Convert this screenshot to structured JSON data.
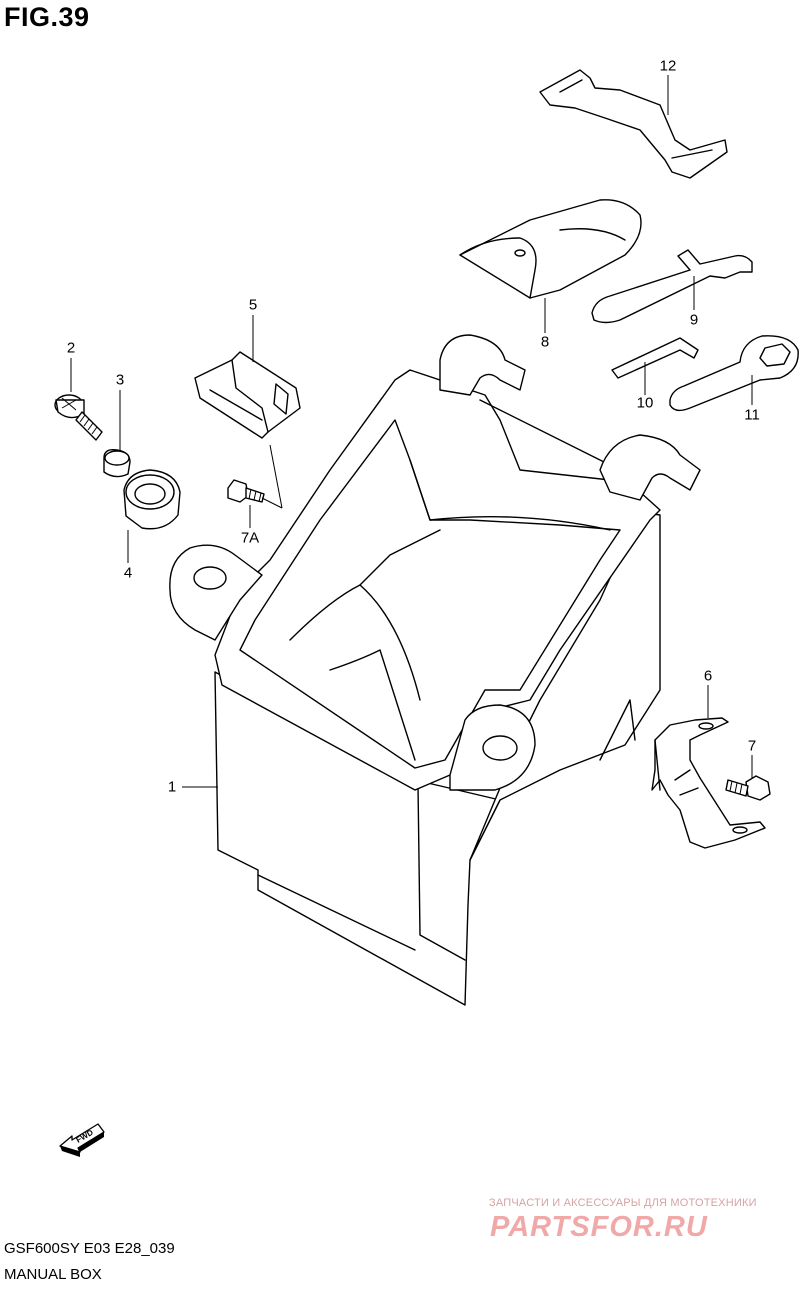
{
  "figure": {
    "title": "FIG.39"
  },
  "callouts": [
    "1",
    "2",
    "3",
    "4",
    "5",
    "6",
    "7",
    "7A",
    "8",
    "9",
    "10",
    "11",
    "12"
  ],
  "footer": {
    "model_code": "GSF600SY E03 E28_039",
    "section_name": "MANUAL BOX"
  },
  "direction_marker": {
    "label": "FWD",
    "icon": "fwd-arrow-icon"
  },
  "watermark": {
    "tagline": "ЗАПЧАСТИ И АКСЕССУАРЫ ДЛЯ МОТОТЕХНИКИ",
    "logo": "PARTSFOR.RU",
    "color": "#f0a8a8"
  }
}
